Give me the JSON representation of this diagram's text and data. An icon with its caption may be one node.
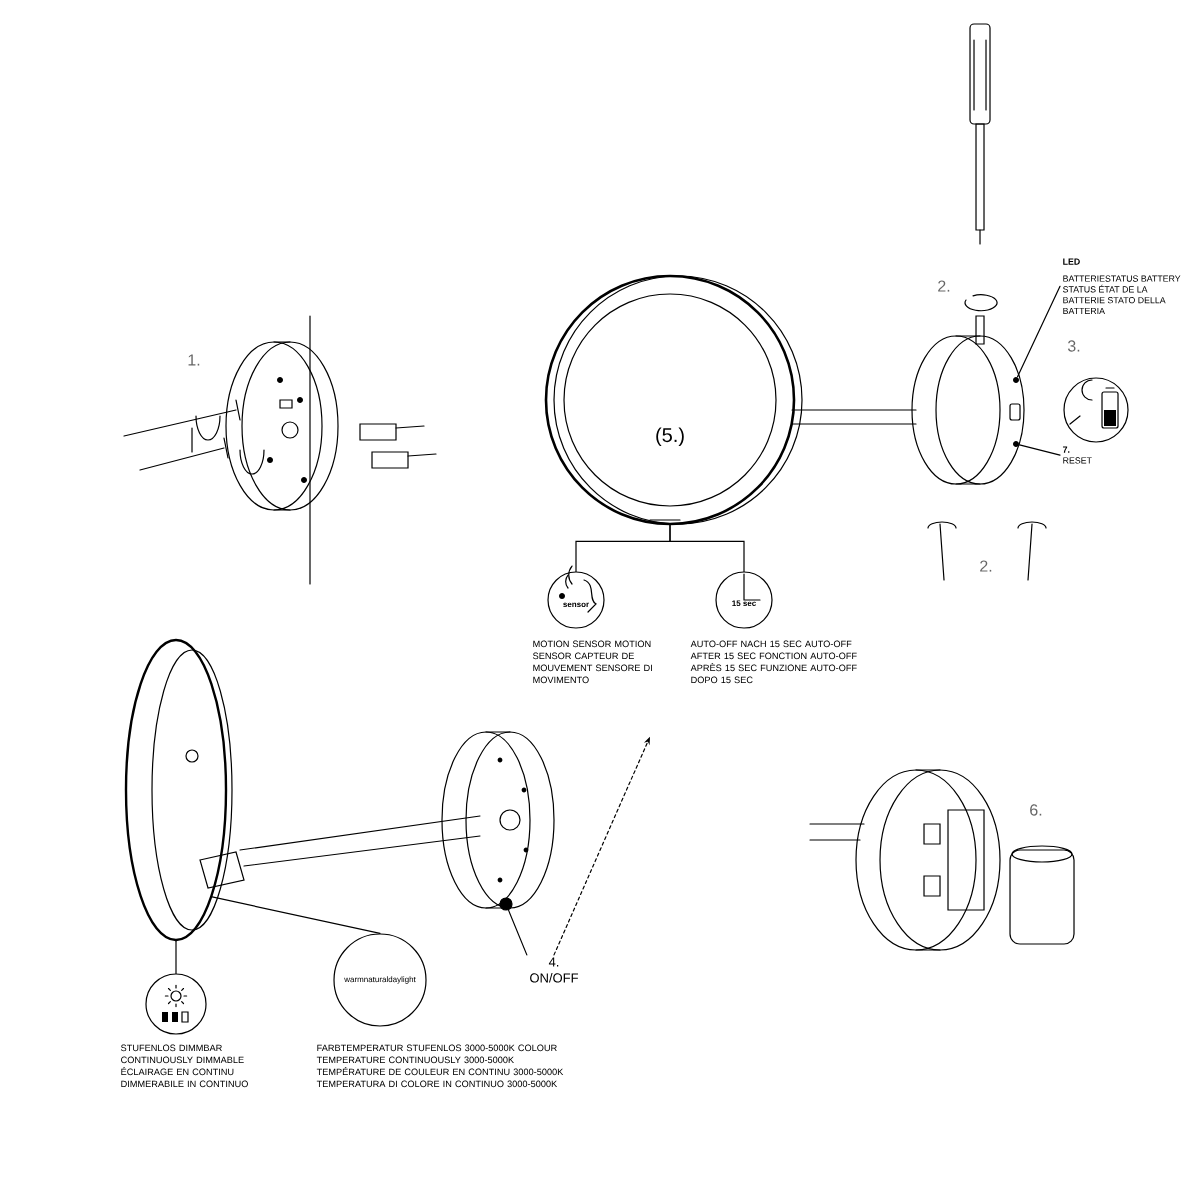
{
  "diagram": {
    "nodes": [
      {
        "text": [
          "(5.)"
        ]
      },
      {
        "text": [
          "sensor"
        ],
        "beside": [
          "MOTION SENSOR MOTION SENSOR CAPTEUR DE MOUVEMENT SENSORE DI MOVIMENTO"
        ]
      },
      {
        "text": [
          "15 sec"
        ],
        "beside": [
          "AUTO-OFF NACH 15 SEC AUTO-OFF AFTER 15 SEC FONCTION AUTO-OFF APRÈS 15 SEC FUNZIONE AUTO-OFF DOPO 15 SEC"
        ]
      },
      {
        "text": [
          "LED",
          "BATTERIESTATUS BATTERY STATUS ÉTAT DE LA BATTERIE STATO DELLA BATTERIA"
        ]
      },
      {
        "text": [],
        "shape": "circle"
      },
      {
        "text": [
          "7.",
          "RESET"
        ]
      },
      {
        "text": [],
        "shape": "circle"
      },
      {
        "text": [],
        "shape": "picture"
      },
      {
        "text": [],
        "shape": "circle",
        "beside": [
          "STUFENLOS DIMMBAR CONTINUOUSLY DIMMABLE ÉCLAIRAGE EN CONTINU DIMMERABILE IN CONTINUO"
        ]
      },
      {
        "text": [
          "warmnaturaldaylight"
        ],
        "beside": [
          "FARBTEMPERATUR STUFENLOS 3000-5000K COLOUR TEMPERATURE CONTINUOUSLY 3000-5000K TEMPÉRATURE DE COULEUR EN CONTINU 3000-5000K TEMPERATURA DI COLORE IN CONTINUO 3000-5000K"
        ]
      },
      {
        "text": [
          "4.",
          "ON/OFF"
        ]
      },
      {
        "text": [],
        "shape": "circle"
      }
    ],
    "edges": [
      {
        "from": 0,
        "to": 1,
        "arrow": "none"
      },
      {
        "from": 0,
        "to": 2,
        "arrow": "none"
      },
      {
        "from": 3,
        "to": 4,
        "arrow": "none"
      },
      {
        "from": 5,
        "to": 6,
        "arrow": "none"
      },
      {
        "from": 10,
        "to": 11,
        "arrow": "none"
      },
      {
        "from": 7,
        "to": 8,
        "arrow": "none"
      },
      {
        "from": 7,
        "to": 9,
        "arrow": "none"
      },
      {
        "from": 10,
        "to": 1,
        "arrow": "to",
        "style": "dashed"
      }
    ],
    "labels": [
      "2.",
      "1.",
      "3.",
      "2.",
      "6."
    ]
  }
}
